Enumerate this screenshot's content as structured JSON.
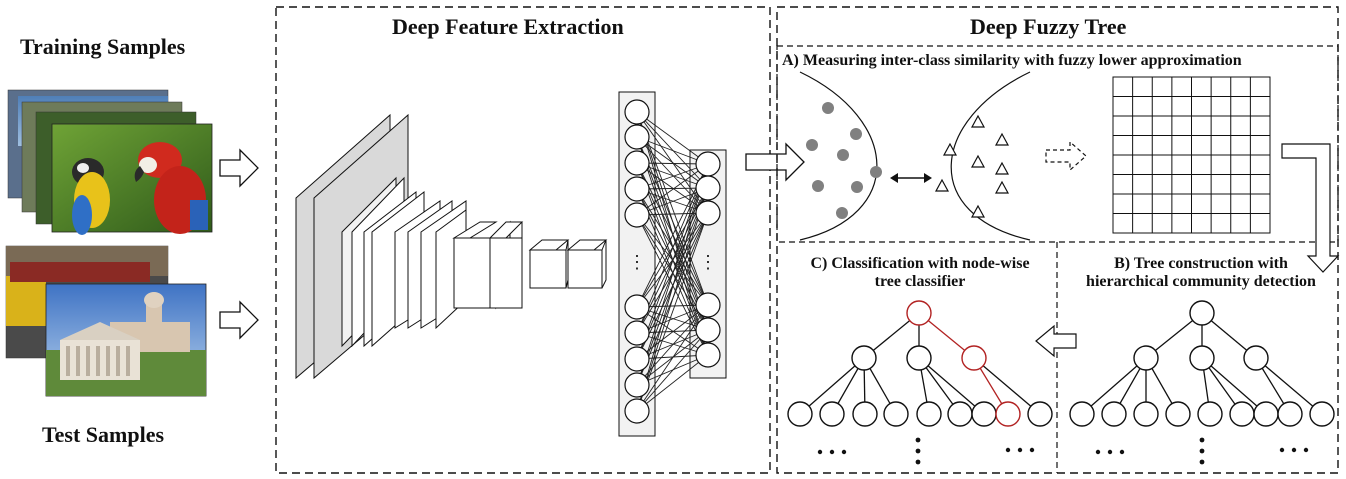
{
  "left": {
    "training_label": "Training Samples",
    "test_label": "Test Samples"
  },
  "feature_box": {
    "title": "Deep Feature Extraction"
  },
  "fuzzy_box": {
    "title": "Deep Fuzzy Tree",
    "step_a": "A) Measuring inter-class similarity with fuzzy lower approximation",
    "step_b_line1": "B) Tree construction with",
    "step_b_line2": "hierarchical community detection",
    "step_c_line1": "C) Classification with node-wise",
    "step_c_line2": "tree classifier"
  },
  "colors": {
    "highlight_path": "#b22222",
    "dot_fill": "#808080",
    "layer_face": "#d9d9d9",
    "neuron_panel": "#f2f2f2"
  }
}
